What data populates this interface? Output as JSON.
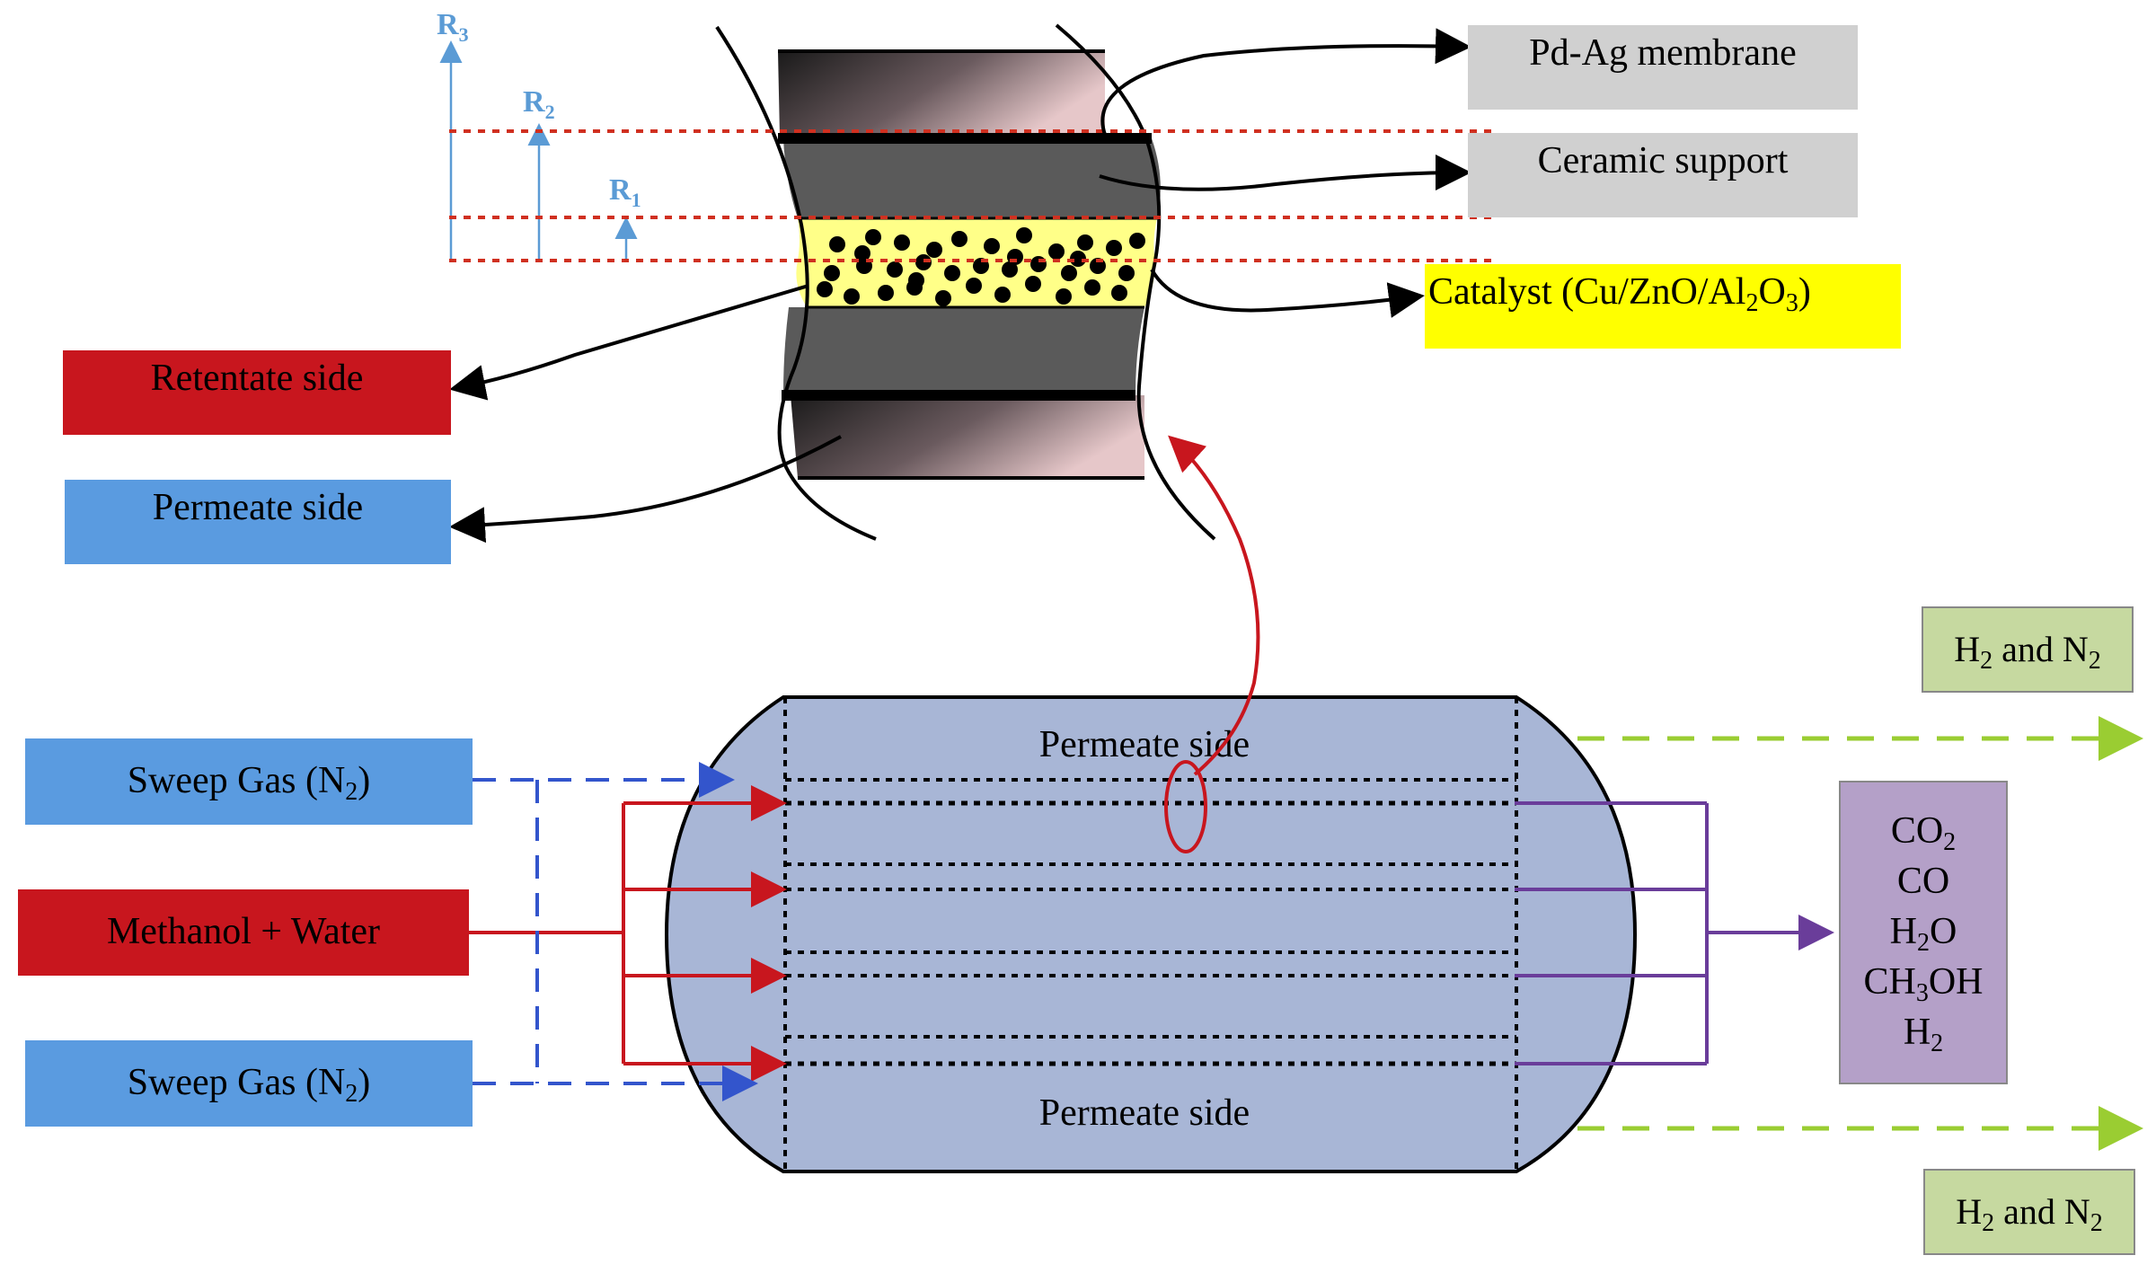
{
  "colors": {
    "red": "#c8161e",
    "blue_box": "#5a9be0",
    "gray_box": "#d0d0d0",
    "yellow_box": "#ffff00",
    "green_box": "#c6d9a0",
    "purple_box": "#b4a0c8",
    "reactor_fill": "#a8b6d6",
    "dark_layer": "#5a5a5a",
    "catalyst_layer": "#ffff88",
    "dashed_blue": "#3355cc",
    "dashed_green": "#9acd32",
    "purple_line": "#6a3d9a",
    "radius_arrow": "#5b9bd5"
  },
  "radii": {
    "r1": {
      "base": "R",
      "sub": "1"
    },
    "r2": {
      "base": "R",
      "sub": "2"
    },
    "r3": {
      "base": "R",
      "sub": "3"
    }
  },
  "labels": {
    "pd_ag_membrane": "Pd-Ag membrane",
    "ceramic_support": "Ceramic support",
    "catalyst": {
      "a": "Catalyst (Cu/ZnO/Al",
      "s1": "2",
      "b": "O",
      "s2": "3",
      "c": ")"
    },
    "retentate_side": "Retentate side",
    "permeate_side": "Permeate side",
    "sweep_gas_top": {
      "a": "Sweep Gas (N",
      "s": "2",
      "b": ")"
    },
    "methanol_water": "Methanol + Water",
    "sweep_gas_bottom": {
      "a": "Sweep Gas (N",
      "s": "2",
      "b": ")"
    },
    "reactor_permeate_top": "Permeate side",
    "reactor_permeate_bottom": "Permeate side",
    "h2_n2_top": {
      "a": "H",
      "s1": "2",
      "b": " and N",
      "s2": "2"
    },
    "h2_n2_bottom": {
      "a": "H",
      "s1": "2",
      "b": " and N",
      "s2": "2"
    },
    "products": {
      "co2": {
        "a": "CO",
        "s": "2"
      },
      "co": {
        "a": "CO"
      },
      "h2o": {
        "a": "H",
        "s": "2",
        "b": "O"
      },
      "ch3oh": {
        "a": "CH",
        "s": "3",
        "b": "OH"
      },
      "h2": {
        "a": "H",
        "s": "2"
      }
    }
  }
}
